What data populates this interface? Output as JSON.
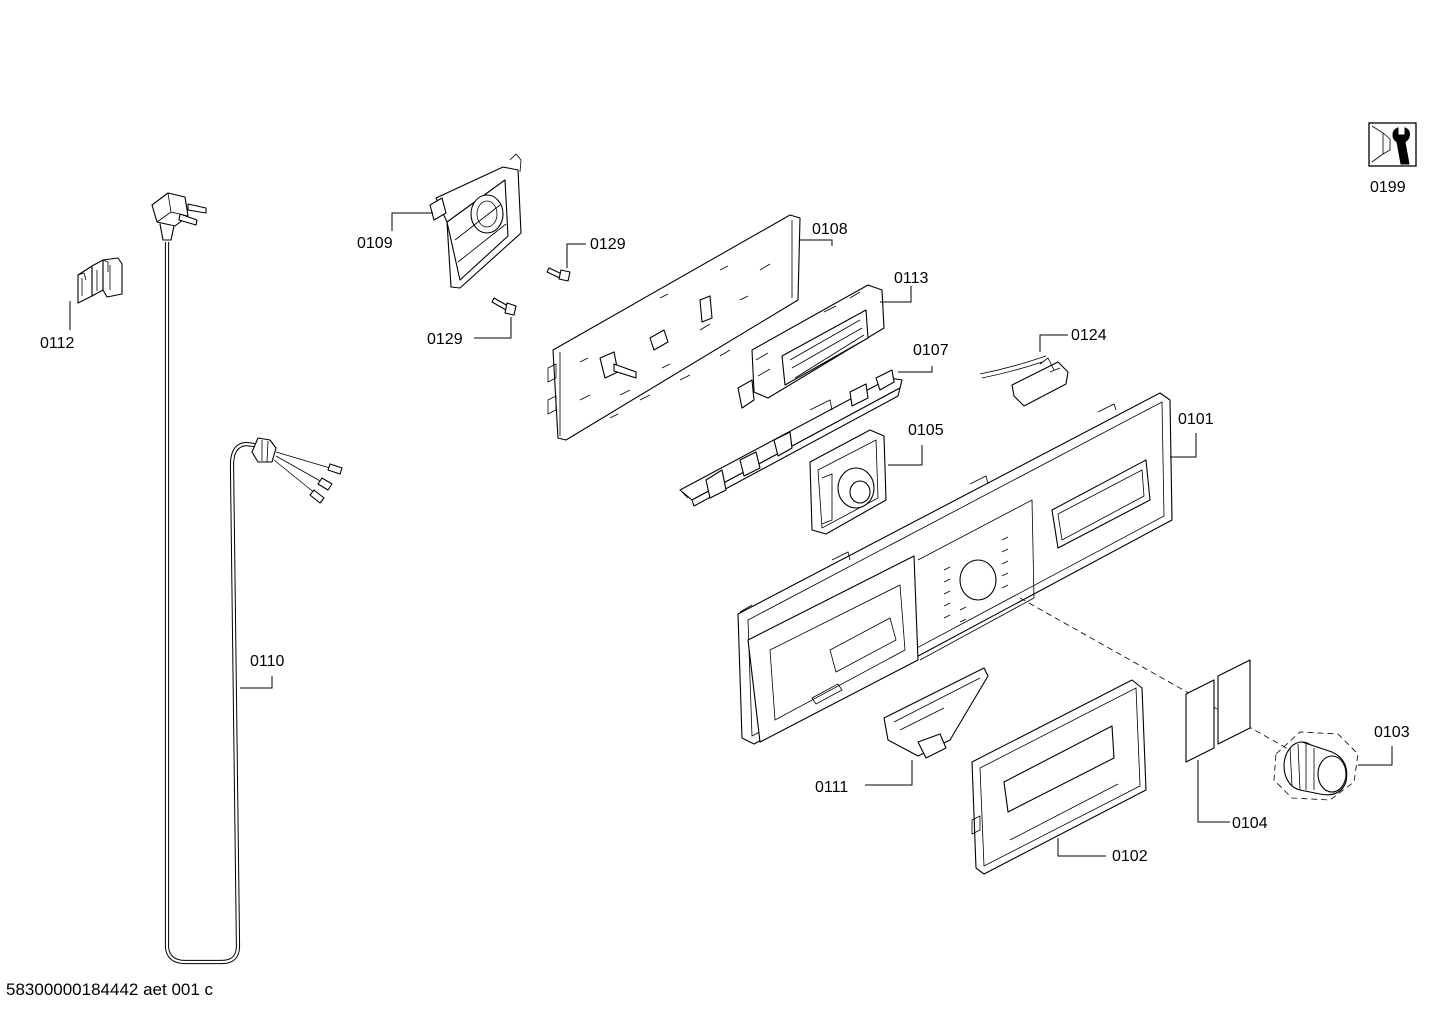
{
  "diagram": {
    "document_id": "58300000184442 aet 001 c",
    "part_labels": {
      "p0101": "0101",
      "p0102": "0102",
      "p0103": "0103",
      "p0104": "0104",
      "p0105": "0105",
      "p0107": "0107",
      "p0108": "0108",
      "p0109": "0109",
      "p0110": "0110",
      "p0111": "0111",
      "p0112": "0112",
      "p0113": "0113",
      "p0124": "0124",
      "p0129a": "0129",
      "p0129b": "0129",
      "p0199": "0199"
    },
    "icons": {
      "service": "wrench-icon"
    }
  }
}
